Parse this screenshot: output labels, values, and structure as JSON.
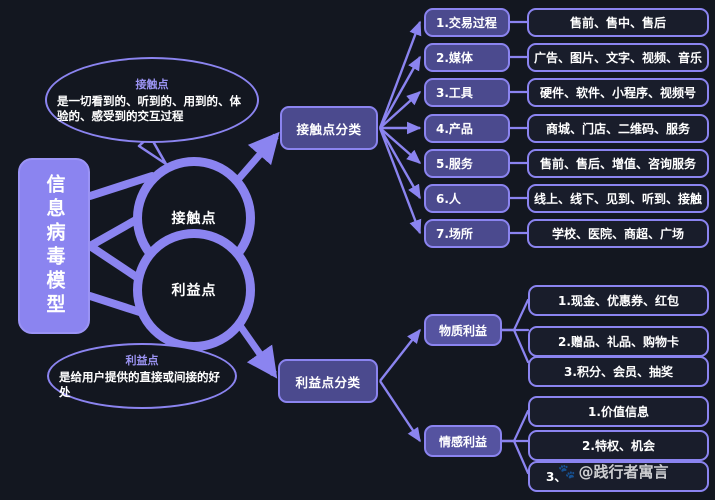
{
  "background_color": "#131720",
  "accent_color": "#8b84f0",
  "root": {
    "label": "信息病毒模型"
  },
  "circles": [
    {
      "label": "接触点"
    },
    {
      "label": "利益点"
    }
  ],
  "bubbles": [
    {
      "title": "接触点",
      "body": "是一切看到的、听到的、用到的、体验的、感受到的交互过程"
    },
    {
      "title": "利益点",
      "body": "是给用户提供的直接或间接的好处"
    }
  ],
  "categories": [
    {
      "label": "接触点分类"
    },
    {
      "label": "利益点分类"
    }
  ],
  "touch_items": [
    {
      "label": "1.交易过程",
      "detail": "售前、售中、售后"
    },
    {
      "label": "2.媒体",
      "detail": "广告、图片、文字、视频、音乐"
    },
    {
      "label": "3.工具",
      "detail": "硬件、软件、小程序、视频号"
    },
    {
      "label": "4.产品",
      "detail": "商城、门店、二维码、服务"
    },
    {
      "label": "5.服务",
      "detail": "售前、售后、增值、咨询服务"
    },
    {
      "label": "6.人",
      "detail": "线上、线下、见到、听到、接触"
    },
    {
      "label": "7.场所",
      "detail": "学校、医院、商超、广场"
    }
  ],
  "benefit_groups": [
    {
      "label": "物质利益",
      "items": [
        {
          "text": "1.现金、优惠券、红包"
        },
        {
          "text": "2.赠品、礼品、购物卡"
        },
        {
          "text": "3.积分、会员、抽奖"
        }
      ]
    },
    {
      "label": "情感利益",
      "items": [
        {
          "text": "1.价值信息"
        },
        {
          "text": "2.特权、机会"
        },
        {
          "text": "3、"
        }
      ]
    }
  ],
  "watermark": {
    "paw_icon": "paw-icon",
    "text": "@践行者寓言"
  }
}
